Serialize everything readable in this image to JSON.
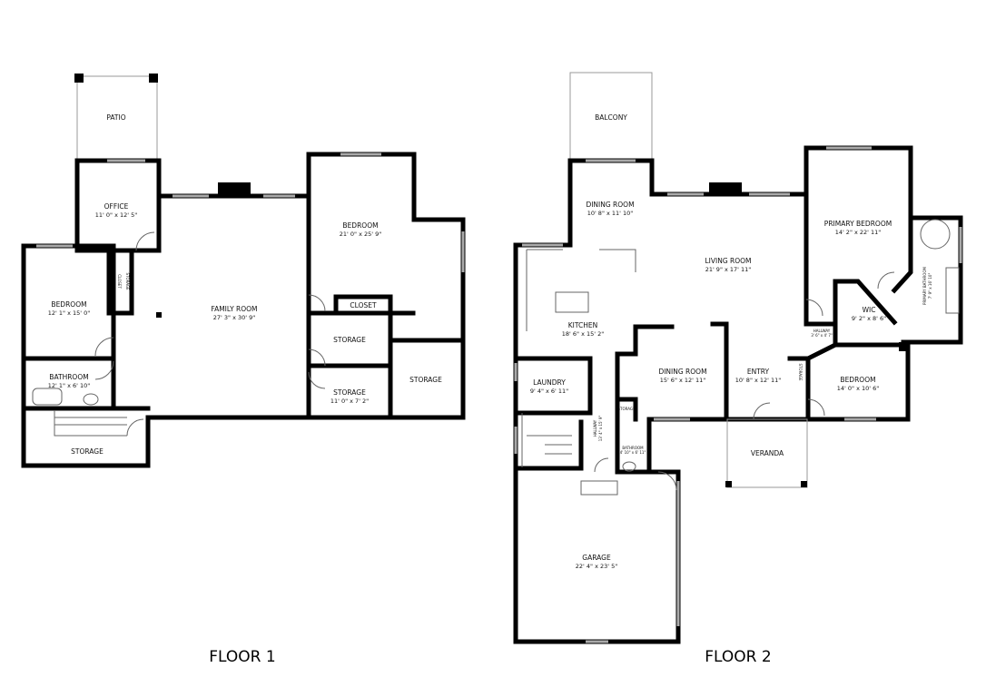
{
  "floor1": {
    "title": "FLOOR 1",
    "rooms": [
      {
        "name": "PATIO",
        "dims": ""
      },
      {
        "name": "OFFICE",
        "dims": "11' 0\" x 12' 5\""
      },
      {
        "name": "BEDROOM",
        "dims": "12' 1\" x 15' 0\""
      },
      {
        "name": "BATHROOM",
        "dims": "12' 1\" x 6' 10\""
      },
      {
        "name": "STORAGE",
        "dims": ""
      },
      {
        "name": "FAMILY ROOM",
        "dims": "27' 3\" x 30' 9\""
      },
      {
        "name": "BEDROOM",
        "dims": "21' 0\" x 25' 9\""
      },
      {
        "name": "CLOSET",
        "dims": ""
      },
      {
        "name": "STORAGE",
        "dims": ""
      },
      {
        "name": "STORAGE",
        "dims": "11' 0\" x 7' 2\""
      },
      {
        "name": "STORAGE",
        "dims": ""
      },
      {
        "name": "CLOSET",
        "dims": ""
      },
      {
        "name": "STORAGE",
        "dims": ""
      }
    ]
  },
  "floor2": {
    "title": "FLOOR 2",
    "rooms": [
      {
        "name": "BALCONY",
        "dims": ""
      },
      {
        "name": "DINING ROOM",
        "dims": "10' 8\" x 11' 10\""
      },
      {
        "name": "LIVING ROOM",
        "dims": "21' 9\" x 17' 11\""
      },
      {
        "name": "PRIMARY BEDROOM",
        "dims": "14' 2\" x 22' 11\""
      },
      {
        "name": "PRIMARY BATHROOM",
        "dims": "7' 9\" x 16' 10\""
      },
      {
        "name": "WIC",
        "dims": "9' 2\" x 8' 6\""
      },
      {
        "name": "HALLWAY",
        "dims": "3' 6\" x 4' 7\""
      },
      {
        "name": "KITCHEN",
        "dims": "18' 6\" x 15' 2\""
      },
      {
        "name": "LAUNDRY",
        "dims": "9' 4\" x 6' 11\""
      },
      {
        "name": "DINING ROOM",
        "dims": "15' 6\" x 12' 11\""
      },
      {
        "name": "ENTRY",
        "dims": "10' 8\" x 12' 11\""
      },
      {
        "name": "STORAGE",
        "dims": ""
      },
      {
        "name": "BEDROOM",
        "dims": "14' 0\" x 10' 6\""
      },
      {
        "name": "HALLWAY",
        "dims": "13' 4\" x 15' 9\""
      },
      {
        "name": "STORAGE",
        "dims": ""
      },
      {
        "name": "BATHROOM",
        "dims": "4' 10\" x 6' 11\""
      },
      {
        "name": "VERANDA",
        "dims": ""
      },
      {
        "name": "GARAGE",
        "dims": "22' 4\" x 23' 5\""
      }
    ]
  }
}
